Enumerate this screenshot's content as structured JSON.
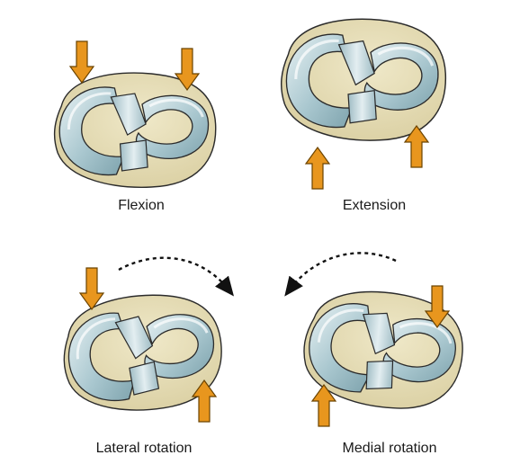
{
  "panels": [
    {
      "id": "flexion",
      "label": "Flexion",
      "arrows": "posterior-down",
      "rotation_arrow": null
    },
    {
      "id": "extension",
      "label": "Extension",
      "arrows": "anterior-up",
      "rotation_arrow": null
    },
    {
      "id": "lateral-rotation",
      "label": "Lateral rotation",
      "arrows": "medial-down-lateral-up",
      "rotation_arrow": "clockwise"
    },
    {
      "id": "medial-rotation",
      "label": "Medial rotation",
      "arrows": "lateral-down-medial-up",
      "rotation_arrow": "counterclockwise"
    }
  ],
  "colors": {
    "tibia_plateau": "#e8dfb9",
    "tibia_outline": "#2b2b2b",
    "meniscus_fill": "#a9c7cf",
    "meniscus_highlight": "#e7f1f3",
    "ligament_fill": "#c3d8dd",
    "arrow_fill": "#e8961e",
    "arrow_outline": "#6b4300",
    "rotation_arrow": "#111111"
  },
  "icons": {
    "force_arrow": "orange-block-arrow",
    "rotation_arrow": "dashed-curved-arrow"
  }
}
